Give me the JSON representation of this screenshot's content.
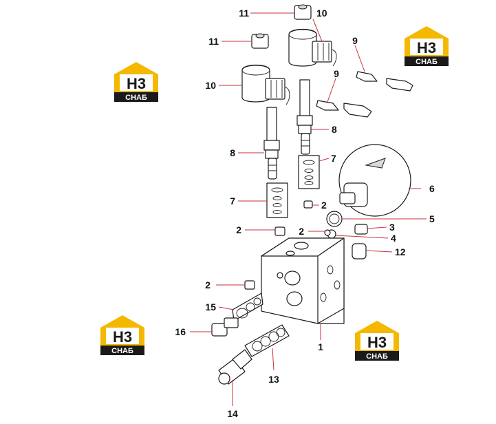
{
  "brand": {
    "logo_letters": "H3",
    "logo_caption": "СНАБ",
    "colors": {
      "yellow": "#f5b800",
      "dark": "#1a1a1a",
      "callout_line": "#c8323c"
    }
  },
  "callouts": [
    {
      "id": "c1",
      "label": "1"
    },
    {
      "id": "c2a",
      "label": "2"
    },
    {
      "id": "c2b",
      "label": "2"
    },
    {
      "id": "c2c",
      "label": "2"
    },
    {
      "id": "c2d",
      "label": "2"
    },
    {
      "id": "c3",
      "label": "3"
    },
    {
      "id": "c4",
      "label": "4"
    },
    {
      "id": "c5",
      "label": "5"
    },
    {
      "id": "c6",
      "label": "6"
    },
    {
      "id": "c7a",
      "label": "7"
    },
    {
      "id": "c7b",
      "label": "7"
    },
    {
      "id": "c8a",
      "label": "8"
    },
    {
      "id": "c8b",
      "label": "8"
    },
    {
      "id": "c9a",
      "label": "9"
    },
    {
      "id": "c9b",
      "label": "9"
    },
    {
      "id": "c10a",
      "label": "10"
    },
    {
      "id": "c10b",
      "label": "10"
    },
    {
      "id": "c11a",
      "label": "11"
    },
    {
      "id": "c11b",
      "label": "11"
    },
    {
      "id": "c12",
      "label": "12"
    },
    {
      "id": "c13",
      "label": "13"
    },
    {
      "id": "c14",
      "label": "14"
    },
    {
      "id": "c15",
      "label": "15"
    },
    {
      "id": "c16",
      "label": "16"
    }
  ]
}
